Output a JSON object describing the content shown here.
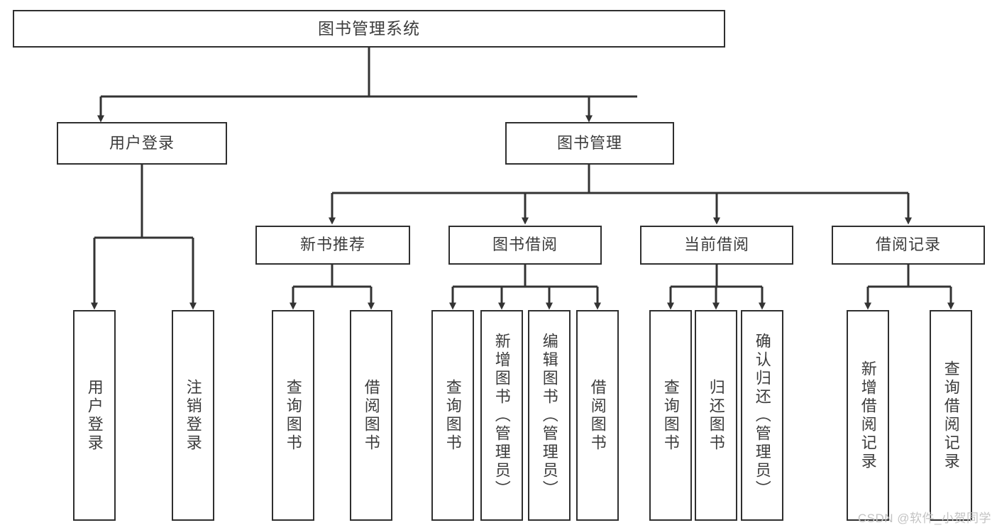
{
  "diagram": {
    "type": "tree-hierarchy",
    "title": "图书管理系统",
    "watermark": "CSDN @软件_小贺同学",
    "colors": {
      "box_border": "#2f2f2f",
      "box_fill": "#ffffff",
      "text": "#3c3c3c",
      "connector": "#333333",
      "watermark": "#c3c3c3"
    },
    "root": {
      "label": "图书管理系统"
    },
    "level2": [
      {
        "label": "用户登录"
      },
      {
        "label": "图书管理"
      }
    ],
    "level3": [
      {
        "label": "新书推荐"
      },
      {
        "label": "图书借阅"
      },
      {
        "label": "当前借阅"
      },
      {
        "label": "借阅记录"
      }
    ],
    "leaves": {
      "user_login": [
        {
          "label": "用户登录"
        },
        {
          "label": "注销登录"
        }
      ],
      "new_book_recommend": [
        {
          "label": "查询图书"
        },
        {
          "label": "借阅图书"
        }
      ],
      "book_borrow": [
        {
          "label": "查询图书"
        },
        {
          "label": "新增图书（管理员）"
        },
        {
          "label": "编辑图书（管理员）"
        },
        {
          "label": "借阅图书"
        }
      ],
      "current_borrow": [
        {
          "label": "查询图书"
        },
        {
          "label": "归还图书"
        },
        {
          "label": "确认归还（管理员）"
        }
      ],
      "borrow_record": [
        {
          "label": "新增借阅记录"
        },
        {
          "label": "查询借阅记录"
        }
      ]
    }
  }
}
